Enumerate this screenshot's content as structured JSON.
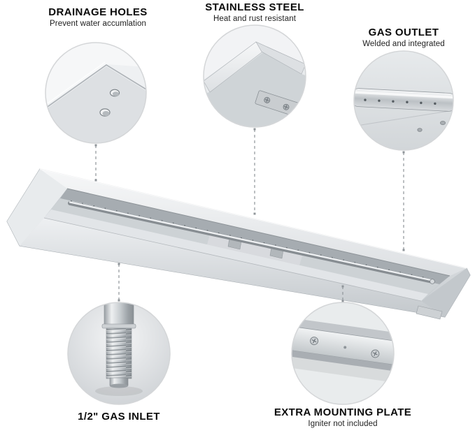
{
  "callouts": {
    "drainage": {
      "title": "DRAINAGE HOLES",
      "subtitle": "Prevent water accumlation"
    },
    "stainless": {
      "title": "STAINLESS STEEL",
      "subtitle": "Heat and rust resistant"
    },
    "gas_outlet": {
      "title": "GAS OUTLET",
      "subtitle": "Welded and integrated"
    },
    "gas_inlet": {
      "title": "1/2\" GAS INLET"
    },
    "mounting_plate": {
      "title": "EXTRA MOUNTING PLATE",
      "subtitle": "Igniter not included"
    }
  },
  "colors": {
    "background": "#ffffff",
    "steel_light": "#f2f3f5",
    "steel_mid": "#c7ccd0",
    "steel_dark": "#9aa0a5",
    "leader_line": "#8f959a",
    "circle_border": "#d4d6d8",
    "title_text": "#0a0a0a"
  }
}
